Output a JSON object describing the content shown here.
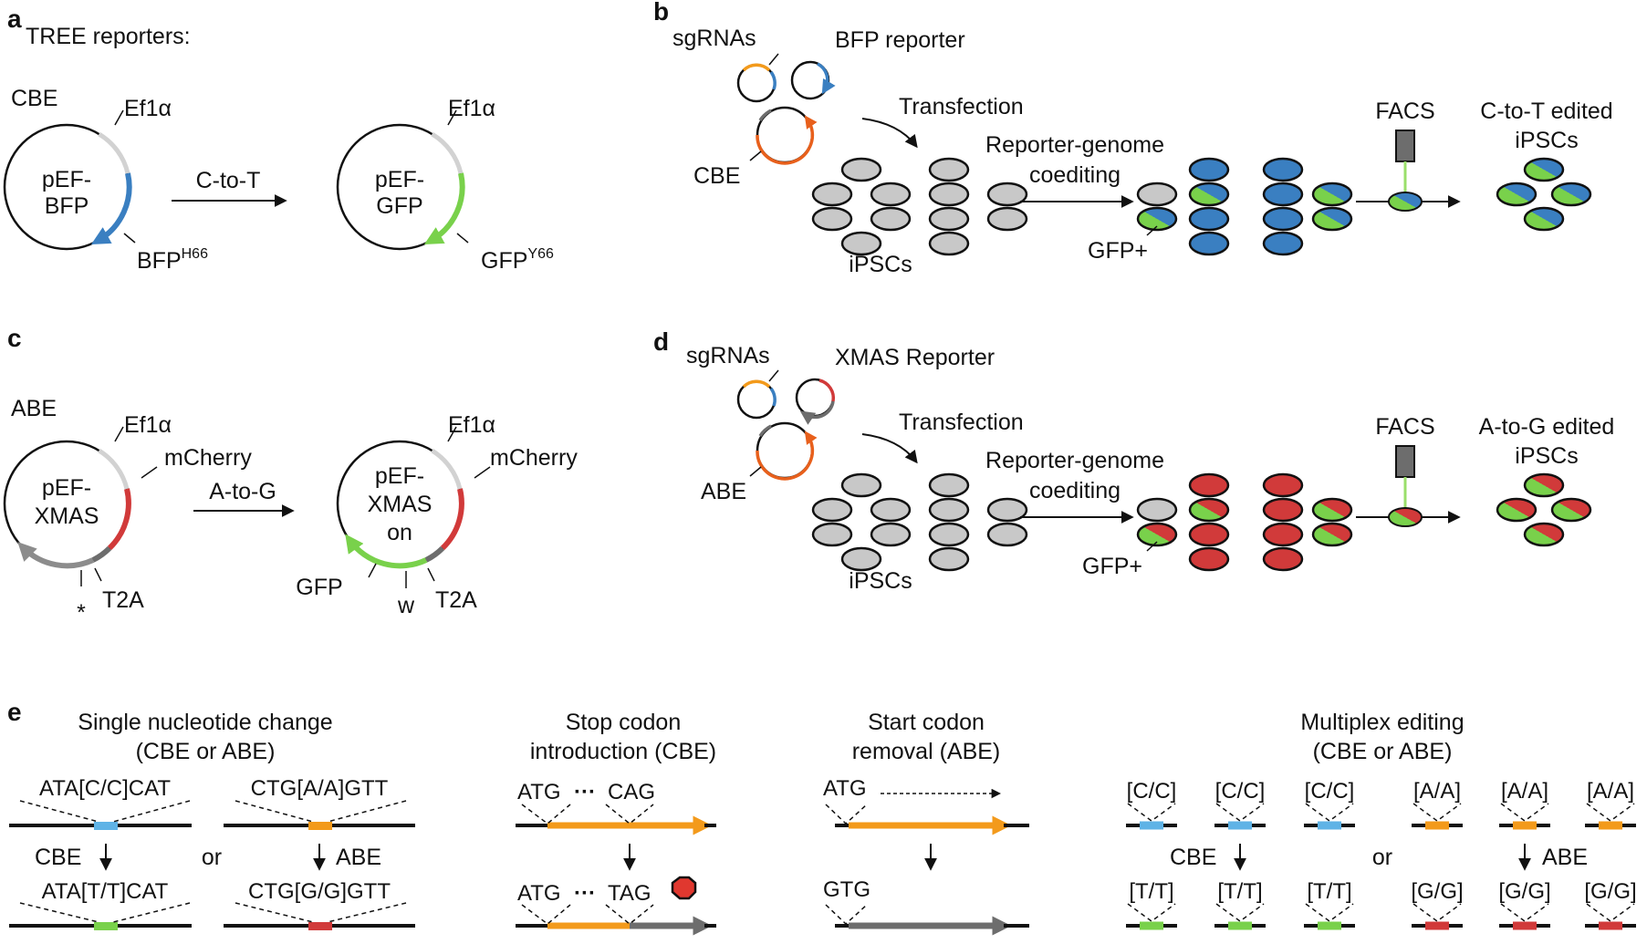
{
  "colors": {
    "blue": "#3a7fc1",
    "green": "#79d14b",
    "red": "#d13a3a",
    "orange": "#f39a1b",
    "orange_dark": "#e8601c",
    "grey_light": "#d2d2d2",
    "grey_dark": "#6d6d6d",
    "cell_grey": "#c8c8c8",
    "stop_red": "#e0382f"
  },
  "panel_a": {
    "letter": "a",
    "title": "TREE reporters:",
    "editor": "CBE",
    "left_plasmid": {
      "line1": "pEF-",
      "line2": "BFP",
      "promoter": "Ef1α",
      "gene": "BFP",
      "gene_sup": "H66"
    },
    "arrow_label": "C-to-T",
    "right_plasmid": {
      "line1": "pEF-",
      "line2": "GFP",
      "promoter": "Ef1α",
      "gene": "GFP",
      "gene_sup": "Y66"
    }
  },
  "panel_b": {
    "letter": "b",
    "sgrnas": "sgRNAs",
    "reporter": "BFP reporter",
    "editor": "CBE",
    "transfection": "Transfection",
    "coediting_1": "Reporter-genome",
    "coediting_2": "coediting",
    "cells": "iPSCs",
    "gfp_plus": "GFP+",
    "facs": "FACS",
    "result_1": "C-to-T edited",
    "result_2": "iPSCs"
  },
  "panel_c": {
    "letter": "c",
    "editor": "ABE",
    "left_plasmid": {
      "line1": "pEF-",
      "line2": "XMAS",
      "promoter": "Ef1α",
      "gene": "mCherry",
      "linker": "T2A",
      "mark": "*"
    },
    "arrow_label": "A-to-G",
    "right_plasmid": {
      "line1": "pEF-",
      "line2": "XMAS",
      "line3": "on",
      "promoter": "Ef1α",
      "gene": "mCherry",
      "linker": "T2A",
      "mark": "w",
      "gfp": "GFP"
    }
  },
  "panel_d": {
    "letter": "d",
    "sgrnas": "sgRNAs",
    "reporter": "XMAS Reporter",
    "editor": "ABE",
    "transfection": "Transfection",
    "coediting_1": "Reporter-genome",
    "coediting_2": "coediting",
    "cells": "iPSCs",
    "gfp_plus": "GFP+",
    "facs": "FACS",
    "result_1": "A-to-G edited",
    "result_2": "iPSCs"
  },
  "panel_e": {
    "letter": "e",
    "single": {
      "title_1": "Single nucleotide change",
      "title_2": "(CBE or ABE)",
      "cbe_before": "ATA[C/C]CAT",
      "cbe_after": "ATA[T/T]CAT",
      "cbe": "CBE",
      "or": "or",
      "abe_before": "CTG[A/A]GTT",
      "abe_after": "CTG[G/G]GTT",
      "abe": "ABE"
    },
    "stop": {
      "title_1": "Stop codon",
      "title_2": "introduction (CBE)",
      "start": "ATG",
      "dots": "···",
      "before": "CAG",
      "after": "TAG"
    },
    "start": {
      "title_1": "Start codon",
      "title_2": "removal (ABE)",
      "before": "ATG",
      "after": "GTG"
    },
    "multiplex": {
      "title_1": "Multiplex editing",
      "title_2": "(CBE or ABE)",
      "cc": "[C/C]",
      "tt": "[T/T]",
      "aa": "[A/A]",
      "gg": "[G/G]",
      "cbe": "CBE",
      "or": "or",
      "abe": "ABE"
    }
  }
}
